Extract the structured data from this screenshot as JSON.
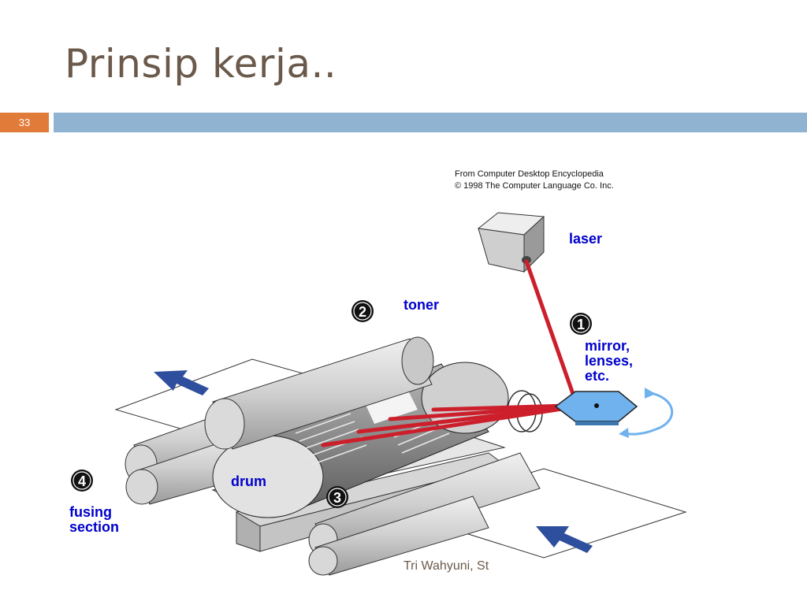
{
  "slide": {
    "title": "Prinsip kerja..",
    "slide_number": "33",
    "footer": "Tri Wahyuni, St",
    "accent_color": "#e07b39",
    "bar_color": "#8fb3d1",
    "title_color": "#6b5a4b"
  },
  "diagram": {
    "credit_line1": "From Computer Desktop Encyclopedia",
    "credit_line2": "© 1998 The Computer Language Co. Inc.",
    "labels": {
      "laser": "laser",
      "toner": "toner",
      "mirror_line1": "mirror,",
      "mirror_line2": "lenses,",
      "mirror_line3": "etc.",
      "drum": "drum",
      "fusing_line1": "fusing",
      "fusing_line2": "section"
    },
    "step_numbers": {
      "one": "1",
      "two": "2",
      "three": "3",
      "four": "4"
    },
    "colors": {
      "label_blue": "#0000cc",
      "laser_beam": "#cc1f2b",
      "mirror": "#6fb2ee",
      "arrow": "#2e4f9e",
      "roller": "#d0d0d0"
    }
  }
}
